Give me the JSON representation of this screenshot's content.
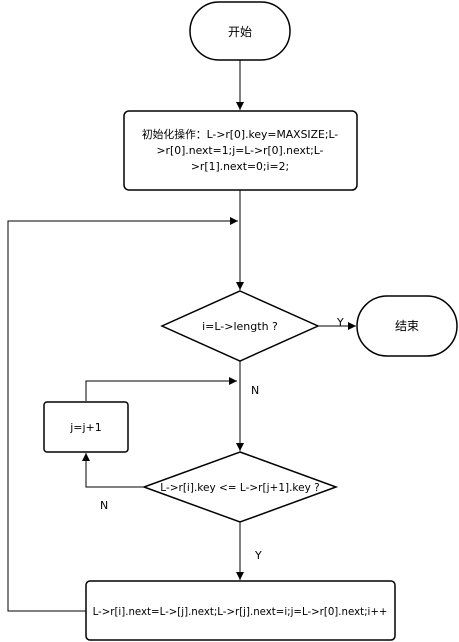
{
  "diagram": {
    "nodes": {
      "start": {
        "label": "开始"
      },
      "init": {
        "lines": [
          "初始化操作：L->r[0].key=MAXSIZE;L-",
          ">r[0].next=1;j=L->r[0].next;L-",
          ">r[1].next=0;i=2;"
        ]
      },
      "cond1": {
        "label": "i=L->length ?"
      },
      "end": {
        "label": "结束"
      },
      "cond2": {
        "label": "L->r[i].key <= L->r[j+1].key  ?"
      },
      "inc": {
        "label": "j=j+1"
      },
      "assign": {
        "label": "L->r[i].next=L->[j].next;L->r[j].next=i;j=L->r[0].next;i++"
      }
    },
    "edge_labels": {
      "y1": "Y",
      "n1": "N",
      "n2": "N",
      "y2": "Y"
    },
    "colors": {
      "stroke": "#000000",
      "fill": "#ffffff",
      "text": "#000000"
    }
  }
}
